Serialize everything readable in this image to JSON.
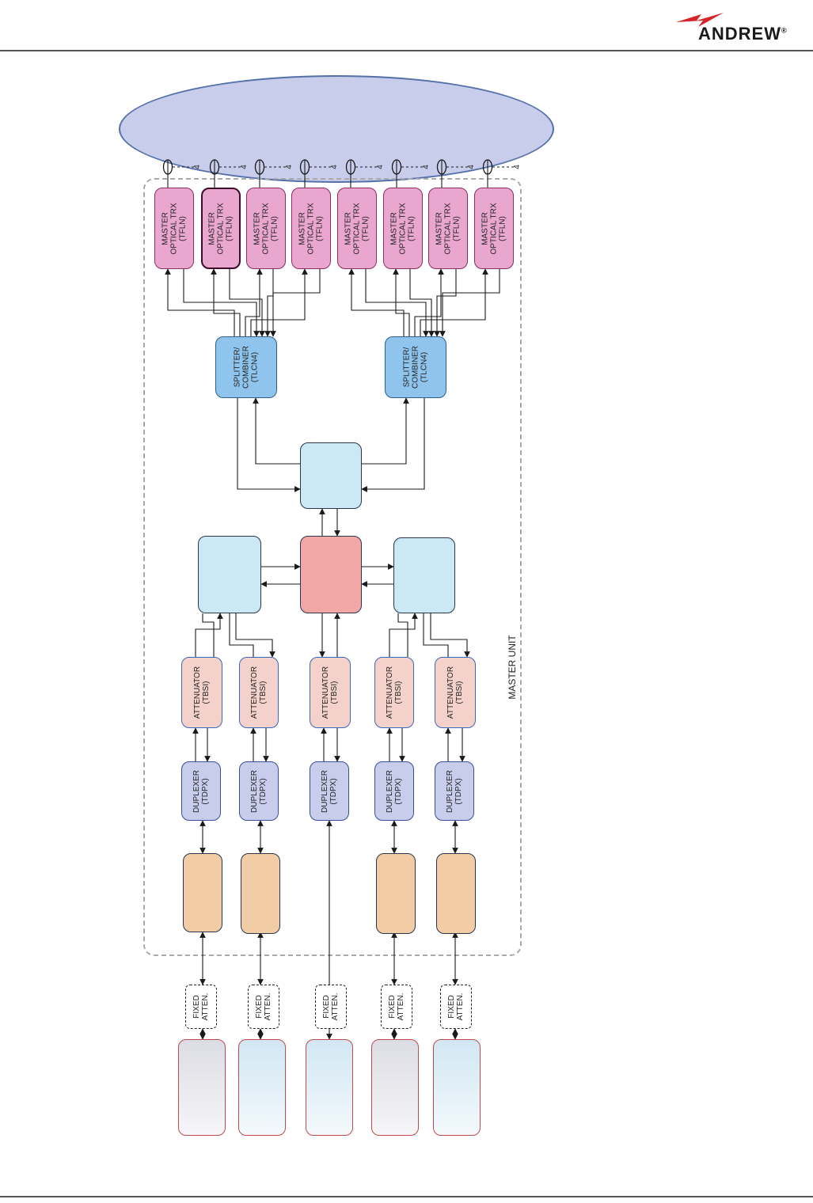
{
  "header": {
    "logo_text": "ANDREW",
    "logo_mark": "®"
  },
  "labels": {
    "master_unit": "MASTER UNIT",
    "fiber_count": "4",
    "trx": "MASTER\nOPTICAL TRX\n(TFLN)",
    "splitter": "SPLITTER/\nCOMBINER\n(TLCN4)",
    "attenuator": "ATTENUATOR\n(TBSI)",
    "duplexer": "DUPLEXER\n(TDPX)",
    "fixed_atten": "FIXED\nATTEN."
  },
  "colors": {
    "cloud": "#c8cdeb",
    "trx": "#e9a6cf",
    "splitter": "#8fc4ec",
    "attenuator": "#f4d2cb",
    "duplexer": "#c8cdec",
    "interface": "#f1cca4",
    "hub": "#cbe8f5",
    "center": "#f1a7a6"
  }
}
